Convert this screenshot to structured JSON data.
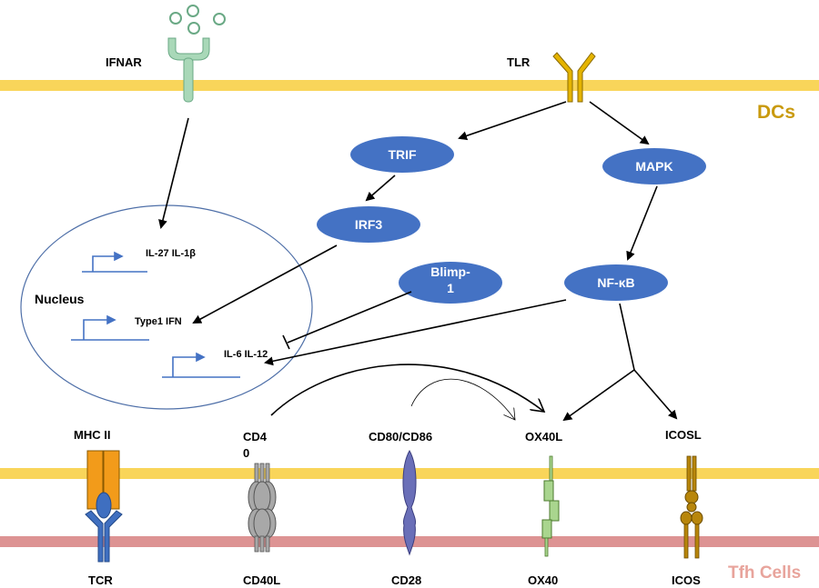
{
  "colors": {
    "membrane_dc": "#f9d55a",
    "membrane_tfh": "#dd9393",
    "node_fill": "#4472c4",
    "nucleus_stroke": "#4e6fa8",
    "promoter": "#4472c4",
    "dc_label": "#c99a0e",
    "tfh_label": "#e8a49c",
    "ifnar": "#a9d8b8",
    "tlr": "#e5b400",
    "mhc": "#f29b1a",
    "tcr": "#3f6fc0",
    "cd40": "#a8a8a8",
    "cd28": "#6a6fb8",
    "ox40": "#a9d58e",
    "icos": "#b8860b"
  },
  "cell_labels": {
    "dc": "DCs",
    "tfh": "Tfh Cells"
  },
  "receptors": {
    "ifnar": "IFNAR",
    "tlr": "TLR"
  },
  "nodes": {
    "trif": "TRIF",
    "irf3": "IRF3",
    "mapk": "MAPK",
    "nfkb": "NF-κB",
    "blimp_line1": "Blimp-",
    "blimp_line2": "1"
  },
  "nucleus": {
    "label": "Nucleus",
    "genes": [
      "IL-27 IL-1β",
      "Type1 IFN",
      "IL-6 IL-12"
    ]
  },
  "ligands": {
    "mhc": "MHC II",
    "cd40_line1": "CD4",
    "cd40_line2": "0",
    "cd80": "CD80/CD86",
    "ox40l": "OX40L",
    "icosl": "ICOSL"
  },
  "tfh_receptors": {
    "tcr": "TCR",
    "cd40l": "CD40L",
    "cd28": "CD28",
    "ox40": "OX40",
    "icos": "ICOS"
  }
}
